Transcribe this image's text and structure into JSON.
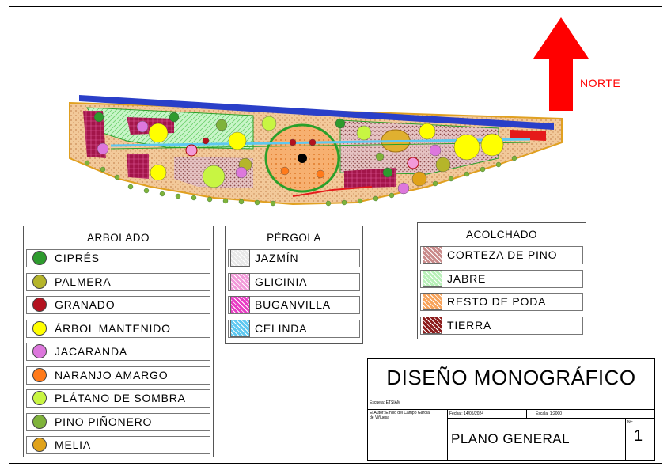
{
  "north": {
    "label": "NORTE",
    "color": "#ff0000"
  },
  "legends": {
    "arbolado": {
      "title": "ARBOLADO",
      "items": [
        {
          "label": "CIPRÉS",
          "color": "#2e9b2e",
          "symbol": "circle"
        },
        {
          "label": "PALMERA",
          "color": "#b5b52a",
          "symbol": "circle"
        },
        {
          "label": "GRANADO",
          "color": "#b3121f",
          "symbol": "circle"
        },
        {
          "label": "ÁRBOL MANTENIDO",
          "color": "#ffff00",
          "symbol": "circle"
        },
        {
          "label": "JACARANDA",
          "color": "#dd77dd",
          "symbol": "circle"
        },
        {
          "label": "NARANJO AMARGO",
          "color": "#ff7a1a",
          "symbol": "circle"
        },
        {
          "label": "PLÁTANO DE SOMBRA",
          "color": "#c8f542",
          "symbol": "circle"
        },
        {
          "label": "PINO PIÑONERO",
          "color": "#7fb33a",
          "symbol": "circle"
        },
        {
          "label": "MELIA",
          "color": "#e0a21a",
          "symbol": "circle"
        }
      ]
    },
    "pergola": {
      "title": "PÉRGOLA",
      "items": [
        {
          "label": "JAZMÍN",
          "color": "#e8e8e8",
          "symbol": "hatch"
        },
        {
          "label": "GLICINIA",
          "color": "#f29ad9",
          "symbol": "hatch"
        },
        {
          "label": "BUGANVILLA",
          "color": "#e83cc4",
          "symbol": "hatch"
        },
        {
          "label": "CELINDA",
          "color": "#5ec8f0",
          "symbol": "hatch"
        }
      ]
    },
    "acolchado": {
      "title": "ACOLCHADO",
      "items": [
        {
          "label": "CORTEZA DE PINO",
          "color": "#c98a8a",
          "symbol": "hatch"
        },
        {
          "label": "JABRE",
          "color": "#b8f0b8",
          "symbol": "hatch"
        },
        {
          "label": "RESTO DE PODA",
          "color": "#f7a35a",
          "symbol": "hatch"
        },
        {
          "label": "TIERRA",
          "color": "#8c1c1c",
          "symbol": "hatch"
        }
      ]
    }
  },
  "title_block": {
    "title": "DISEÑO MONOGRÁFICO",
    "school": "Escuela: ETSIAM",
    "author": "El Autor: Emilio del Campo García de Viñuesa",
    "date": "Fecha : 14/05/2024",
    "scale": "Escala: 1:2000",
    "plan_name": "PLANO GENERAL",
    "number_label": "Nº:",
    "number": "1"
  }
}
